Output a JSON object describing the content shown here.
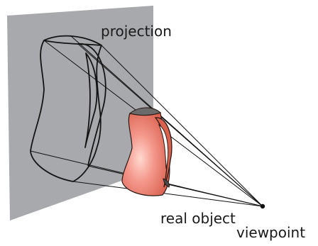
{
  "labels": {
    "projection": "projection",
    "real_object": "real object",
    "viewpoint": "viewpoint"
  },
  "colors": {
    "plane": "#a8a9ad",
    "object_fill": "#f4978b",
    "object_dark": "#d9624f",
    "lines": "#111111"
  }
}
